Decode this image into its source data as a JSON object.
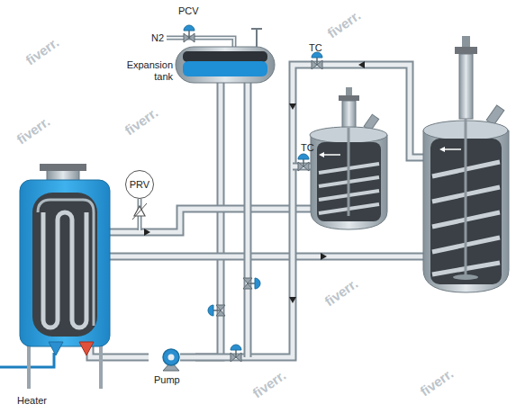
{
  "diagram": {
    "nodes": [
      {
        "text": [
          "Expansion tank"
        ]
      },
      {
        "text": [
          "PRV"
        ]
      },
      {
        "text": [
          "Heater"
        ]
      },
      {
        "text": [
          "Pump"
        ]
      }
    ],
    "edges": [
      {
        "from": 3,
        "to": 2,
        "arrow": "none"
      },
      {
        "from": 0,
        "to": 3,
        "arrow": "none"
      }
    ],
    "labels": [
      "PCV",
      "N2",
      "TC",
      "TC",
      "fiverr.",
      "fiverr.",
      "fiverr.",
      "fiverr.",
      "fiverr.",
      "fiverr.",
      "fiverr."
    ]
  }
}
